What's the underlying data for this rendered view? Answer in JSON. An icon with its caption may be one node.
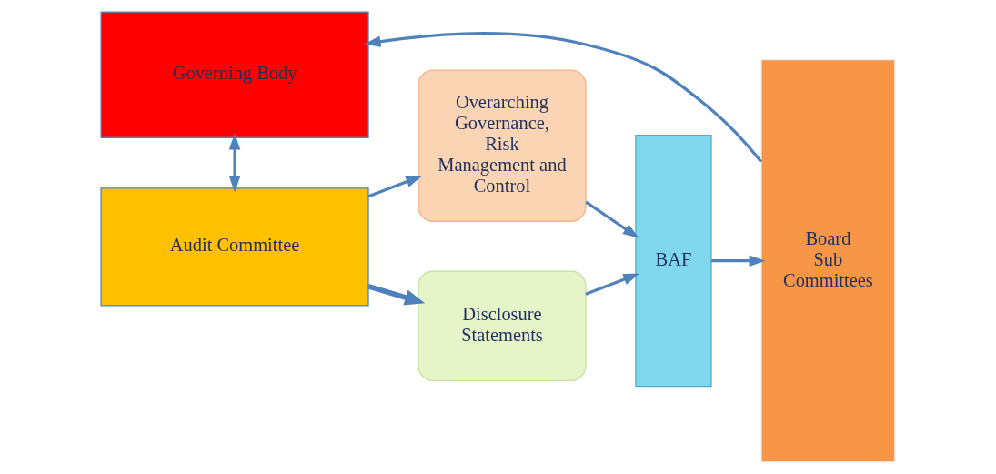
{
  "diagram": {
    "nodes": [
      {
        "text": [
          "Governing Body"
        ]
      },
      {
        "text": [
          "Audit Committee"
        ]
      },
      {
        "text": [
          "Overarching Governance, Risk Management and Control"
        ]
      },
      {
        "text": [
          "Disclosure Statements"
        ]
      },
      {
        "text": [
          "BAF"
        ]
      },
      {
        "text": [
          "Board Sub Committees"
        ]
      }
    ],
    "edges": [
      {
        "from": 5,
        "to": 0,
        "arrow": "to"
      },
      {
        "from": 0,
        "to": 1,
        "arrow": "both"
      },
      {
        "from": 1,
        "to": 2,
        "arrow": "to"
      },
      {
        "from": 1,
        "to": 3,
        "arrow": "to",
        "style": "thick"
      },
      {
        "from": 2,
        "to": 4,
        "arrow": "to"
      },
      {
        "from": 3,
        "to": 4,
        "arrow": "to"
      },
      {
        "from": 4,
        "to": 5,
        "arrow": "to"
      }
    ]
  }
}
